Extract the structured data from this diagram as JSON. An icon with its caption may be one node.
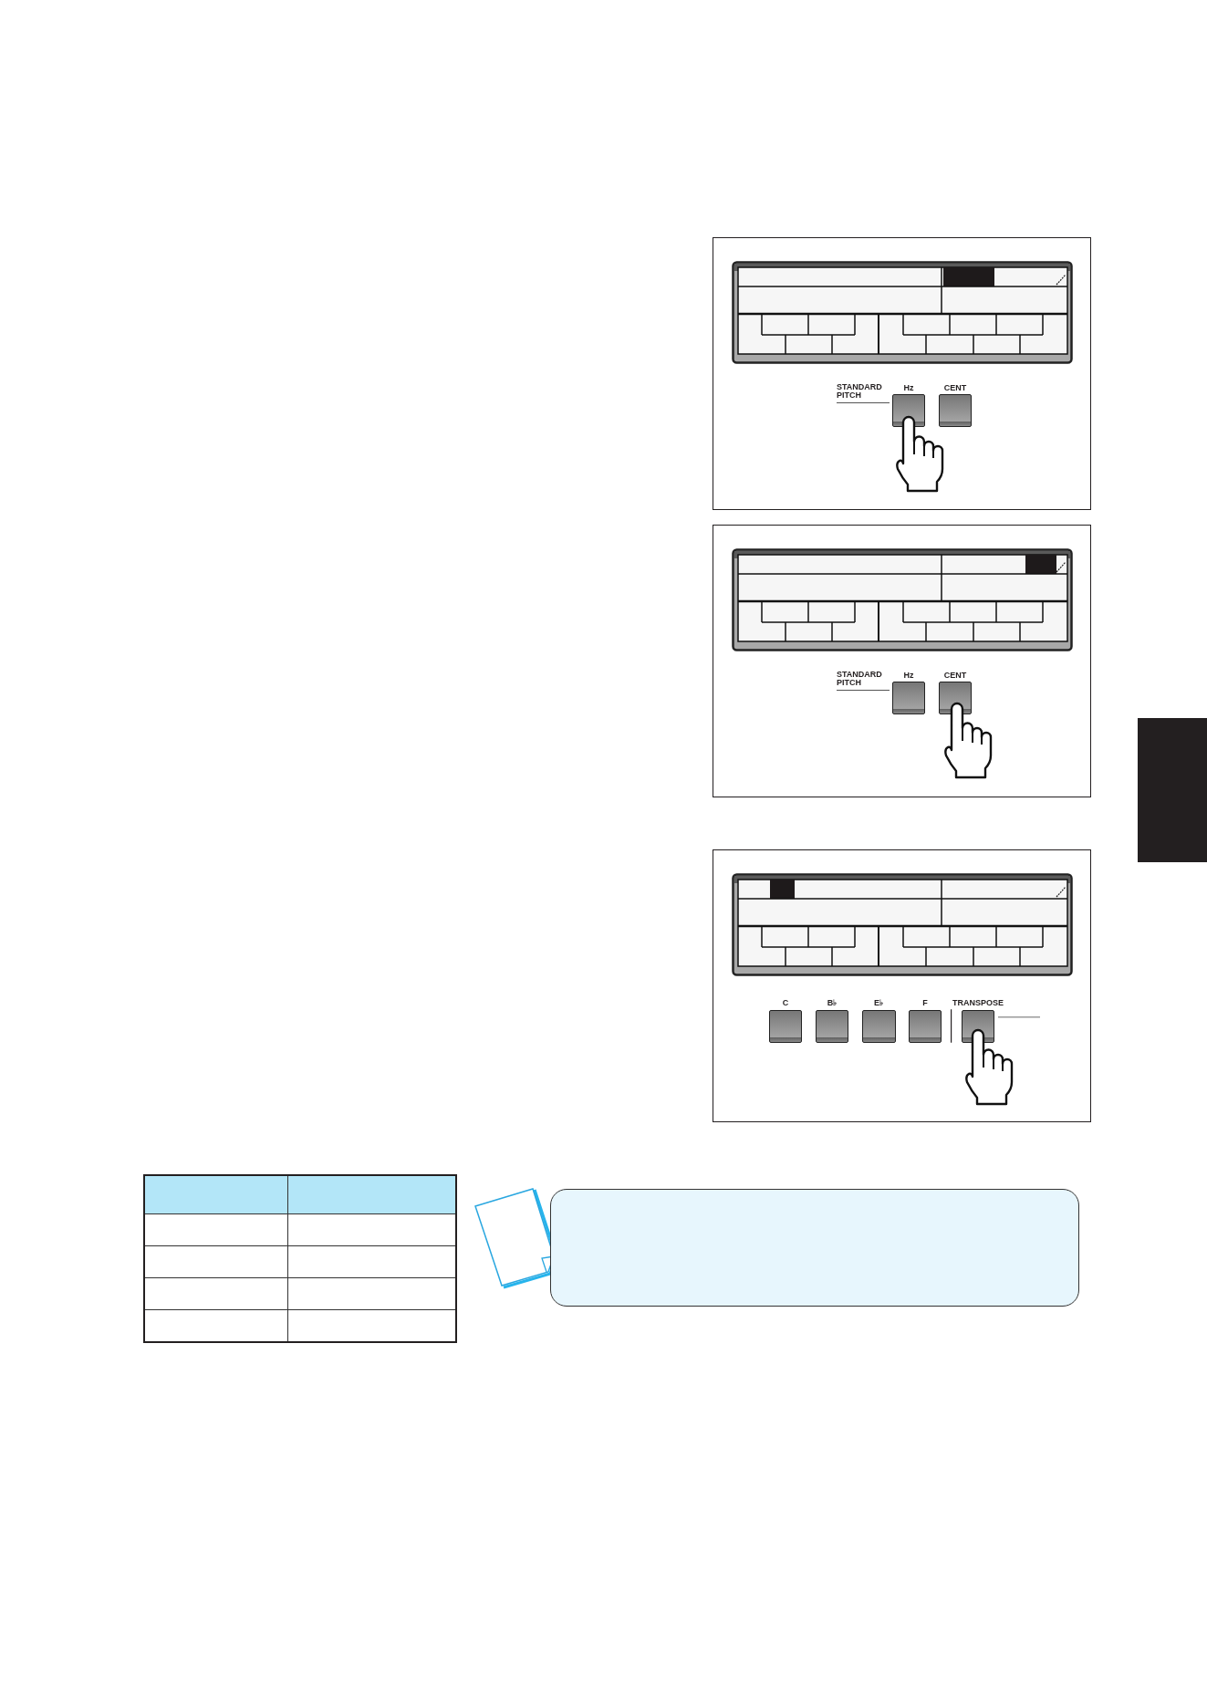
{
  "diagram": {
    "labels": [
      "STANDARD PITCH",
      "Hz",
      "CENT",
      "STANDARD PITCH",
      "Hz",
      "CENT",
      "C",
      "B♭",
      "E♭",
      "F",
      "TRANSPOSE"
    ]
  }
}
